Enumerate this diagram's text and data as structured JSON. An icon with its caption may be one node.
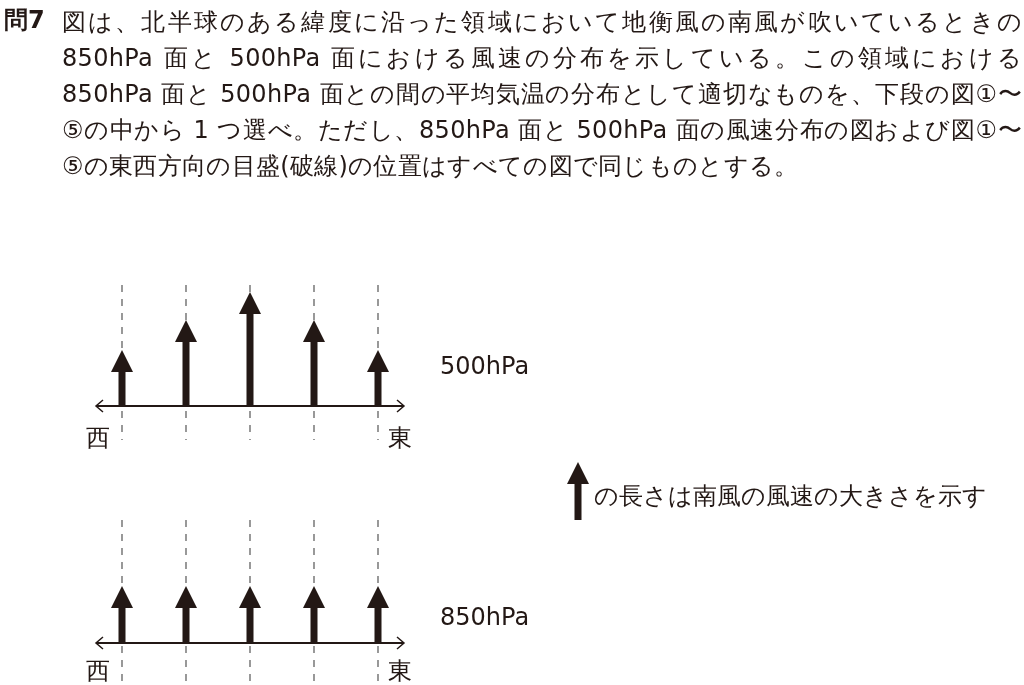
{
  "diagram": {
    "labels": [
      "問7",
      "図は、北半球のある緯度に沿った領域において地衡風の南風が吹いているときの850hPa 面と 500hPa 面における風速の分布を示している。この領域における 850hPa 面と 500hPa 面との間の平均気温の分布として適切なものを、下段の図①〜⑤の中から 1 つ選べ。ただし、850hPa 面と 500hPa 面の風速分布の図および図①〜⑤の東西方向の目盛(破線)の位置はすべての図で同じものとする。",
      "500hPa",
      "西",
      "東",
      "850hPa",
      "西",
      "東"
    ],
    "legend": [
      {
        "text": "の長さは南風の風速の大きさを示す"
      }
    ]
  }
}
